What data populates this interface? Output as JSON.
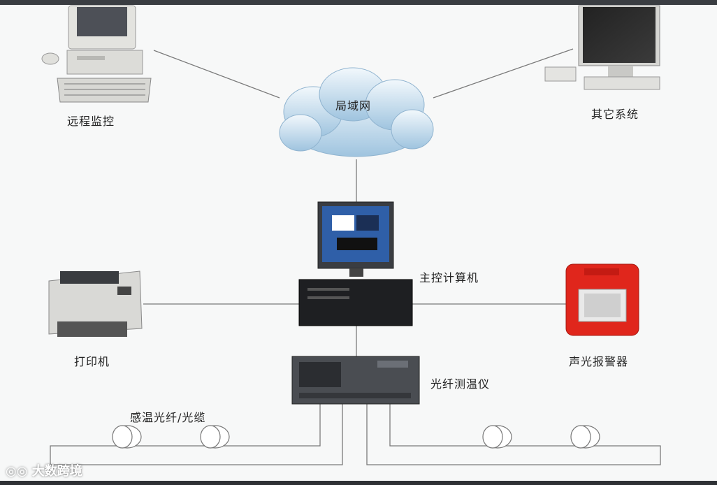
{
  "nodes": {
    "remote": "远程监控",
    "lan": "局域网",
    "other": "其它系统",
    "main_computer": "主控计算机",
    "printer": "打印机",
    "alarm": "声光报警器",
    "dts": "光纤测温仪",
    "fiber": "感温光纤/光缆"
  },
  "watermark": "大数跨境",
  "colors": {
    "alarm": "#e0261c",
    "cloud": "#b9d6ea",
    "line": "#6f6f6f"
  }
}
